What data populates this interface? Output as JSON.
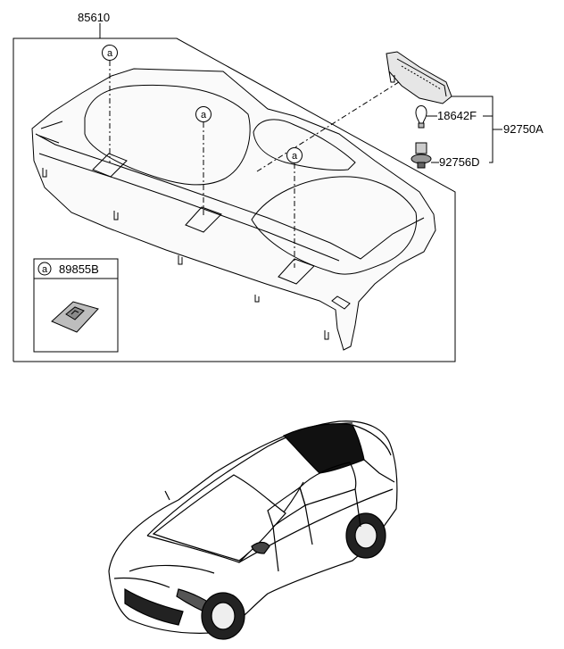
{
  "labels": {
    "panel_main": "85610",
    "bulb": "18642F",
    "lamp_assy": "92750A",
    "socket": "92756D",
    "inset_part": "89855B",
    "ref_marker": "a"
  }
}
